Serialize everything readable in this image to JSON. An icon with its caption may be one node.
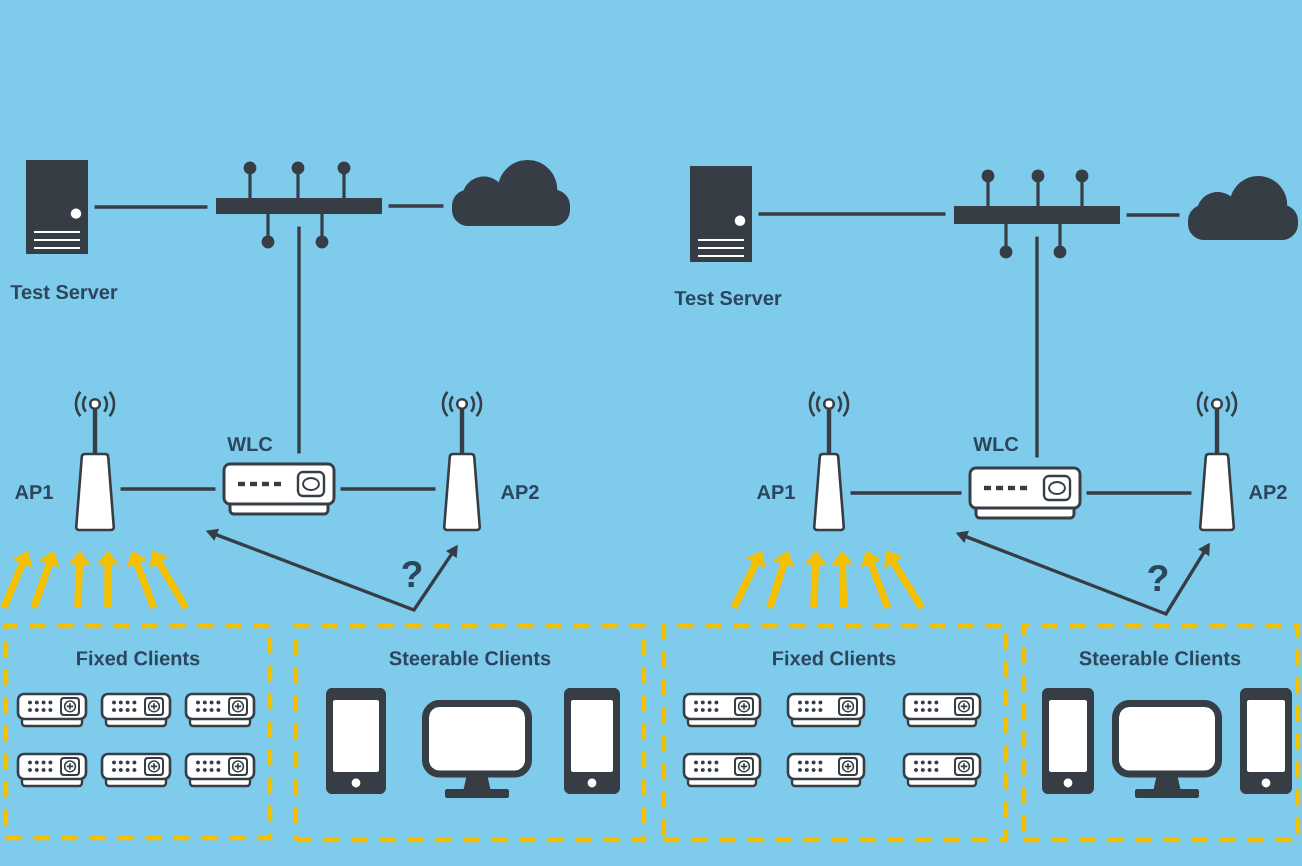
{
  "diagram": {
    "nodes": [
      {
        "text": [
          "Test Server"
        ]
      },
      {
        "text": [],
        "shape": "picture"
      },
      {
        "text": [],
        "shape": "cloud"
      },
      {
        "text": [
          "WLC"
        ]
      },
      {
        "text": [
          "AP1"
        ]
      },
      {
        "text": [
          "AP2"
        ]
      },
      {
        "text": [
          "Fixed Clients"
        ]
      },
      {
        "text": [
          "Steerable Clients"
        ]
      },
      {
        "text": [
          "Test Server"
        ]
      },
      {
        "text": [],
        "shape": "picture"
      },
      {
        "text": [],
        "shape": "cloud"
      },
      {
        "text": [
          "WLC"
        ]
      },
      {
        "text": [
          "AP1"
        ]
      },
      {
        "text": [
          "AP2"
        ]
      },
      {
        "text": [
          "Fixed Clients"
        ]
      },
      {
        "text": [
          "Steerable Clients"
        ]
      }
    ],
    "edges": [
      {
        "from": 0,
        "to": 1,
        "arrow": "none"
      },
      {
        "from": 1,
        "to": 2,
        "arrow": "none"
      },
      {
        "from": 1,
        "to": 3,
        "arrow": "none"
      },
      {
        "from": 3,
        "to": 4,
        "arrow": "none"
      },
      {
        "from": 3,
        "to": 5,
        "arrow": "none"
      },
      {
        "from": 3,
        "to": 5,
        "arrow": "both",
        "label": "?"
      },
      {
        "from": 6,
        "to": 4,
        "arrow": "to",
        "style": "thick",
        "color": "#f5c000"
      },
      {
        "from": 6,
        "to": 4,
        "arrow": "to",
        "style": "thick",
        "color": "#f5c000"
      },
      {
        "from": 6,
        "to": 4,
        "arrow": "to",
        "style": "thick",
        "color": "#f5c000"
      },
      {
        "from": 6,
        "to": 4,
        "arrow": "to",
        "style": "thick",
        "color": "#f5c000"
      },
      {
        "from": 6,
        "to": 4,
        "arrow": "to",
        "style": "thick",
        "color": "#f5c000"
      },
      {
        "from": 6,
        "to": 4,
        "arrow": "to",
        "style": "thick",
        "color": "#f5c000"
      },
      {
        "from": 8,
        "to": 9,
        "arrow": "none"
      },
      {
        "from": 9,
        "to": 10,
        "arrow": "none"
      },
      {
        "from": 9,
        "to": 11,
        "arrow": "none"
      },
      {
        "from": 11,
        "to": 12,
        "arrow": "none"
      },
      {
        "from": 11,
        "to": 13,
        "arrow": "none"
      },
      {
        "from": 11,
        "to": 13,
        "arrow": "both",
        "label": "?"
      },
      {
        "from": 14,
        "to": 12,
        "arrow": "to",
        "style": "thick",
        "color": "#f5c000"
      },
      {
        "from": 14,
        "to": 12,
        "arrow": "to",
        "style": "thick",
        "color": "#f5c000"
      },
      {
        "from": 14,
        "to": 12,
        "arrow": "to",
        "style": "thick",
        "color": "#f5c000"
      },
      {
        "from": 14,
        "to": 12,
        "arrow": "to",
        "style": "thick",
        "color": "#f5c000"
      },
      {
        "from": 14,
        "to": 12,
        "arrow": "to",
        "style": "thick",
        "color": "#f5c000"
      },
      {
        "from": 14,
        "to": 12,
        "arrow": "to",
        "style": "thick",
        "color": "#f5c000"
      }
    ]
  }
}
